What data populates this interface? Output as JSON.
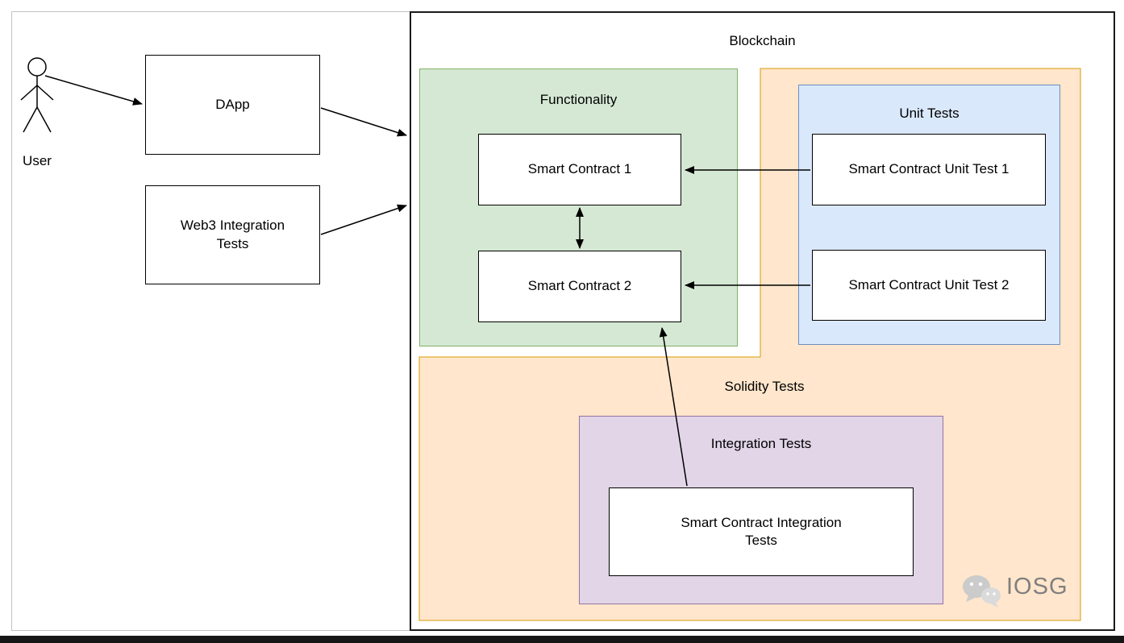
{
  "colors": {
    "green_fill": "#d5e8d4",
    "green_border": "#82b366",
    "orange_fill": "#ffe6cc",
    "orange_border": "#d79b00",
    "blue_fill": "#dae8fc",
    "blue_border": "#6c8ebf",
    "purple_fill": "#e1d5e7",
    "purple_border": "#9673a6",
    "node_fill": "#ffffff",
    "node_border": "#000000"
  },
  "diagram": {
    "actor": {
      "label": "User"
    },
    "dapp": {
      "label": "DApp"
    },
    "web3_tests": {
      "label": "Web3 Integration Tests"
    },
    "blockchain": {
      "label": "Blockchain",
      "functionality": {
        "label": "Functionality",
        "smart_contract_1": "Smart Contract 1",
        "smart_contract_2": "Smart Contract 2"
      },
      "solidity_tests": {
        "label": "Solidity Tests",
        "unit_tests": {
          "label": "Unit Tests",
          "unit_test_1": "Smart Contract Unit Test 1",
          "unit_test_2": "Smart Contract Unit Test 2"
        },
        "integration_tests": {
          "label": "Integration Tests",
          "node": "Smart Contract Integration Tests"
        }
      }
    },
    "watermark": {
      "label": "IOSG"
    }
  }
}
